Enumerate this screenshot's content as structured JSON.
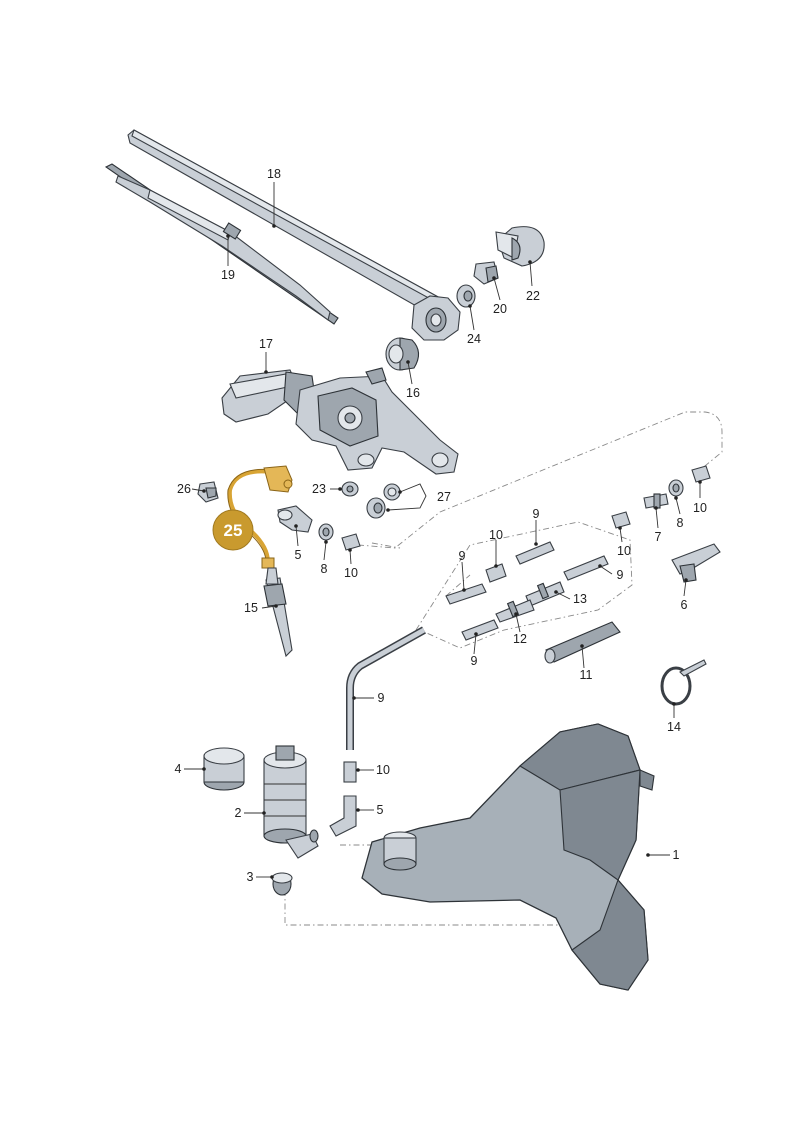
{
  "diagram": {
    "highlight_color": "#c99a2e",
    "highlighted_part": "25",
    "labels": {
      "p1": "1",
      "p2": "2",
      "p3": "3",
      "p4": "4",
      "p5a": "5",
      "p5b": "5",
      "p6": "6",
      "p7": "7",
      "p8a": "8",
      "p8b": "8",
      "p9a": "9",
      "p9b": "9",
      "p9c": "9",
      "p9d": "9",
      "p9e": "9",
      "p10a": "10",
      "p10b": "10",
      "p10c": "10",
      "p10d": "10",
      "p10e": "10",
      "p11": "11",
      "p12": "12",
      "p13": "13",
      "p14": "14",
      "p15": "15",
      "p16": "16",
      "p17": "17",
      "p18": "18",
      "p19": "19",
      "p20": "20",
      "p22": "22",
      "p23": "23",
      "p24": "24",
      "p25": "25",
      "p26": "26",
      "p27": "27"
    }
  }
}
